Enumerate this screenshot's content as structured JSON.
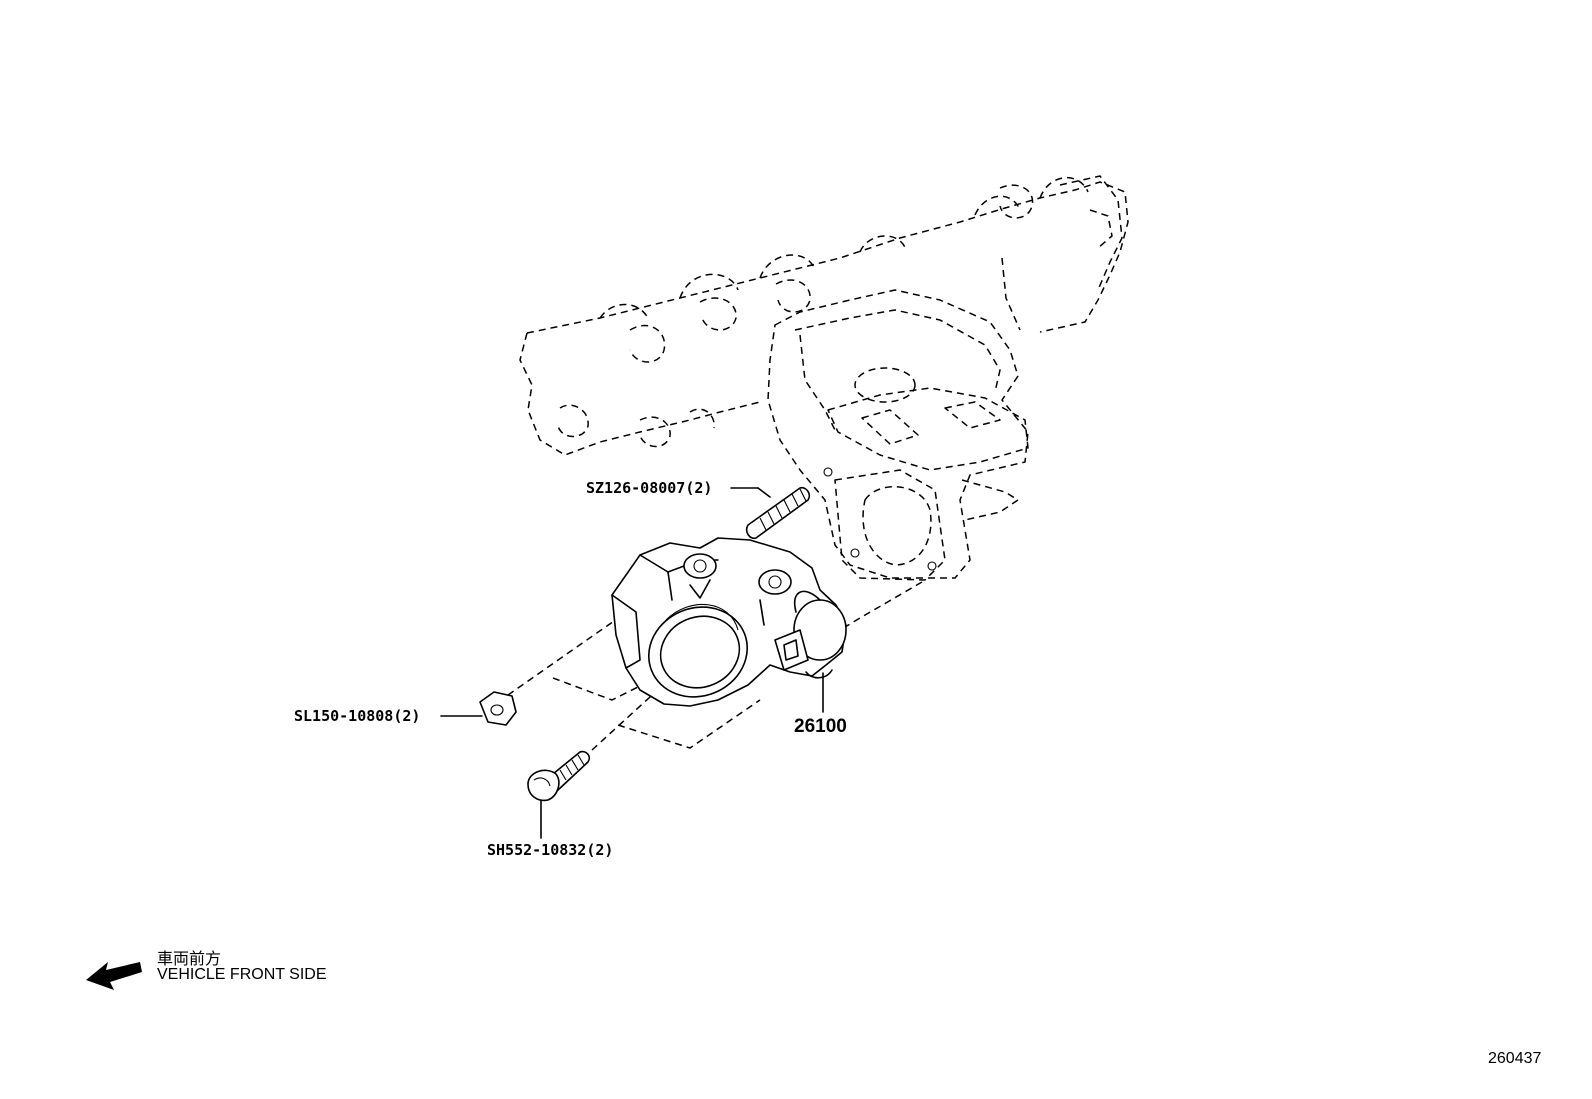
{
  "parts": {
    "stud": "SZ126-08007(2)",
    "nut": "SL150-10808(2)",
    "bolt": "SH552-10832(2)",
    "throttle_body": "26100"
  },
  "orientation": {
    "japanese": "車両前方",
    "english": "VEHICLE FRONT SIDE"
  },
  "illustration_id": "260437"
}
